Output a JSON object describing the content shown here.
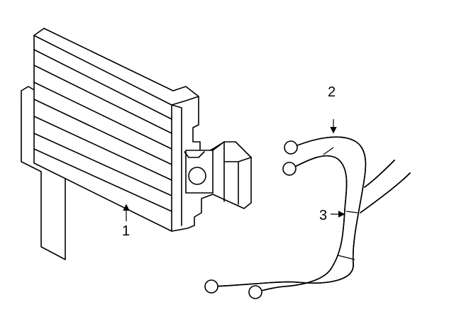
{
  "callouts": [
    {
      "label": "1"
    },
    {
      "label": "2"
    },
    {
      "label": "3"
    }
  ],
  "colors": {
    "line": "#000000",
    "background": "#ffffff"
  }
}
